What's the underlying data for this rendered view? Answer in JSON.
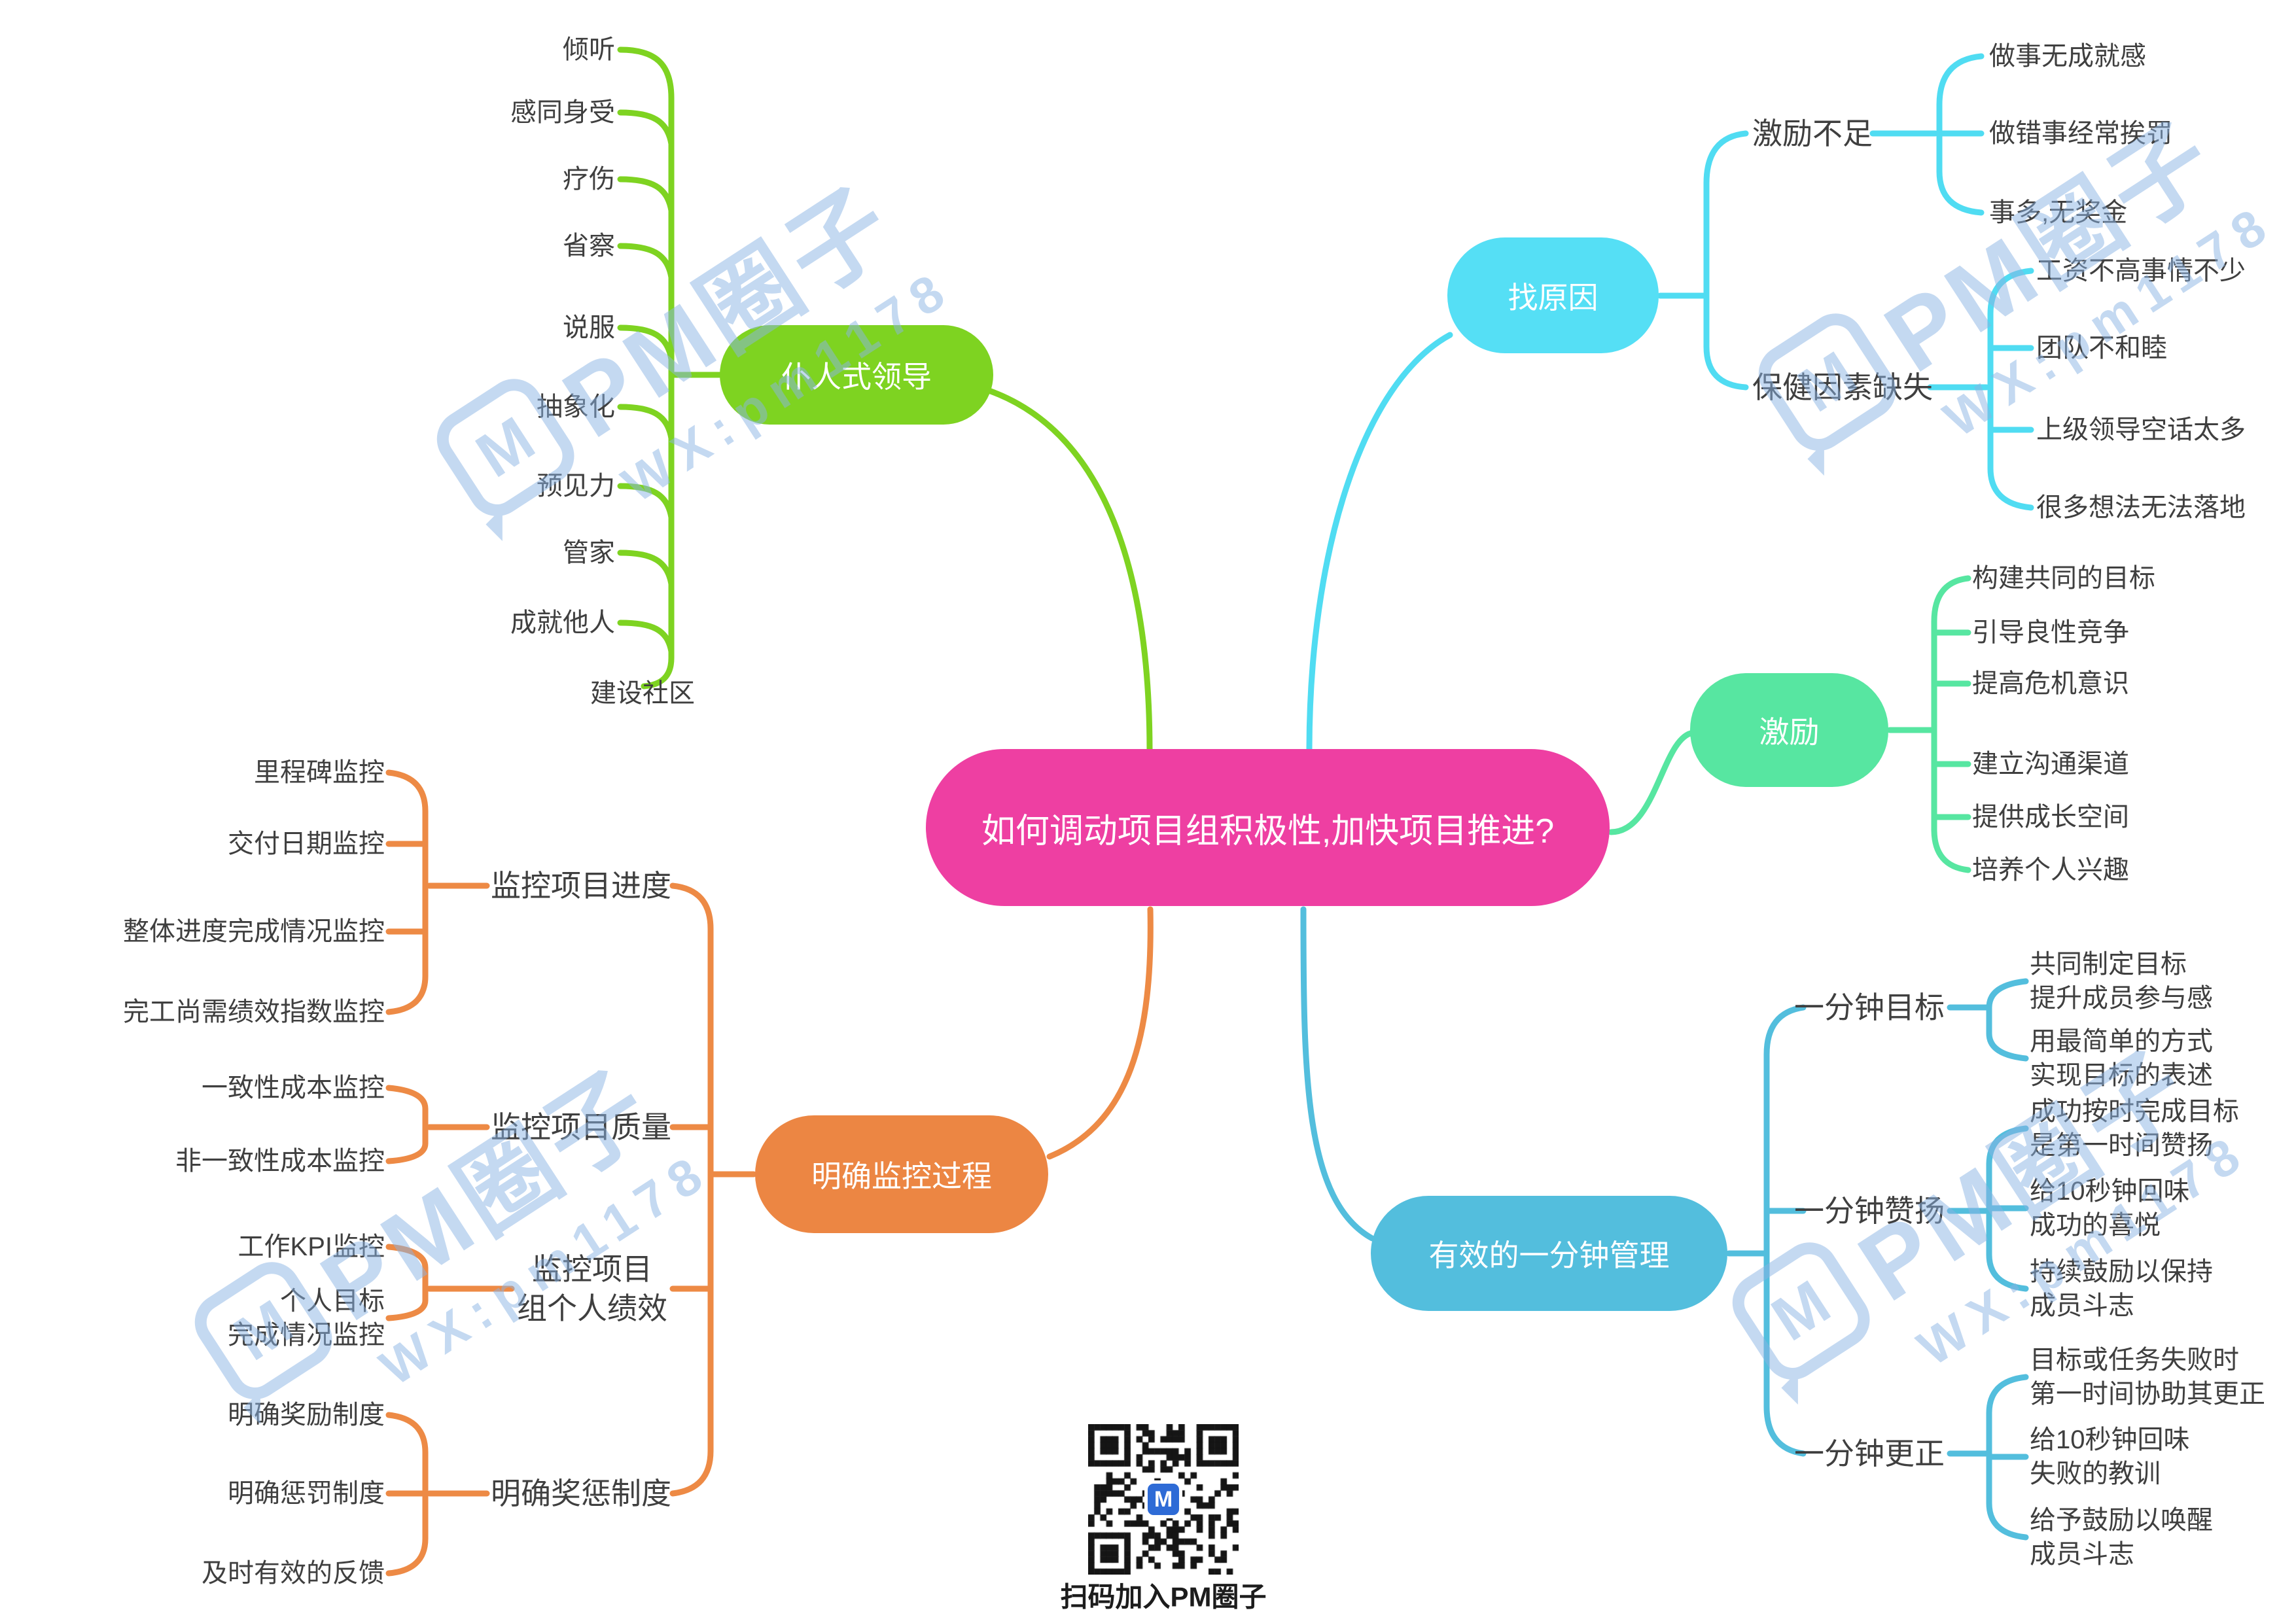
{
  "center": {
    "label": "如何调动项目组积极性,加快项目推进?"
  },
  "branches": {
    "servant": {
      "label": "仆人式领导",
      "children": [
        "倾听",
        "感同身受",
        "疗伤",
        "省察",
        "说服",
        "抽象化",
        "预见力",
        "管家",
        "成就他人",
        "建设社区"
      ]
    },
    "find_reason": {
      "label": "找原因",
      "groups": [
        {
          "label": "激励不足",
          "children": [
            "做事无成就感",
            "做错事经常挨罚",
            "事多,无奖金"
          ]
        },
        {
          "label": "保健因素缺失",
          "children": [
            "工资不高事情不少",
            "团队不和睦",
            "上级领导空话太多",
            "很多想法无法落地"
          ]
        }
      ]
    },
    "motivate": {
      "label": "激励",
      "children": [
        "构建共同的目标",
        "引导良性竞争",
        "提高危机意识",
        "建立沟通渠道",
        "提供成长空间",
        "培养个人兴趣"
      ]
    },
    "one_minute": {
      "label": "有效的一分钟管理",
      "groups": [
        {
          "label": "一分钟目标",
          "children": [
            "共同制定目标\n提升成员参与感",
            "用最简单的方式\n实现目标的表述"
          ]
        },
        {
          "label": "一分钟赞扬",
          "children": [
            "成功按时完成目标\n是第一时间赞扬",
            "给10秒钟回味\n成功的喜悦",
            "持续鼓励以保持\n成员斗志"
          ]
        },
        {
          "label": "一分钟更正",
          "children": [
            "目标或任务失败时\n第一时间协助其更正",
            "给10秒钟回味\n失败的教训",
            "给予鼓励以唤醒\n成员斗志"
          ]
        }
      ]
    },
    "monitor": {
      "label": "明确监控过程",
      "groups": [
        {
          "label": "监控项目进度",
          "children": [
            "里程碑监控",
            "交付日期监控",
            "整体进度完成情况监控",
            "完工尚需绩效指数监控"
          ]
        },
        {
          "label": "监控项目质量",
          "children": [
            "一致性成本监控",
            "非一致性成本监控"
          ]
        },
        {
          "label": "监控项目\n组个人绩效",
          "children": [
            "工作KPI监控",
            "个人目标\n完成情况监控"
          ]
        },
        {
          "label": "明确奖惩制度",
          "children": [
            "明确奖励制度",
            "明确惩罚制度",
            "及时有效的反馈"
          ]
        }
      ]
    }
  },
  "watermark": {
    "brand": "PM圈子",
    "wechat": "WX:pm1178",
    "logo_letter": "M"
  },
  "footer": {
    "qr_caption": "扫码加入PM圈子"
  },
  "colors": {
    "center": "#ee3fa2",
    "servant": "#7ed321",
    "find_reason": "#55dff5",
    "motivate": "#57e6a1",
    "one_minute": "#53bedd",
    "monitor": "#ec8643",
    "text": "#3f3f3f",
    "watermark": "#8ab4e4"
  }
}
